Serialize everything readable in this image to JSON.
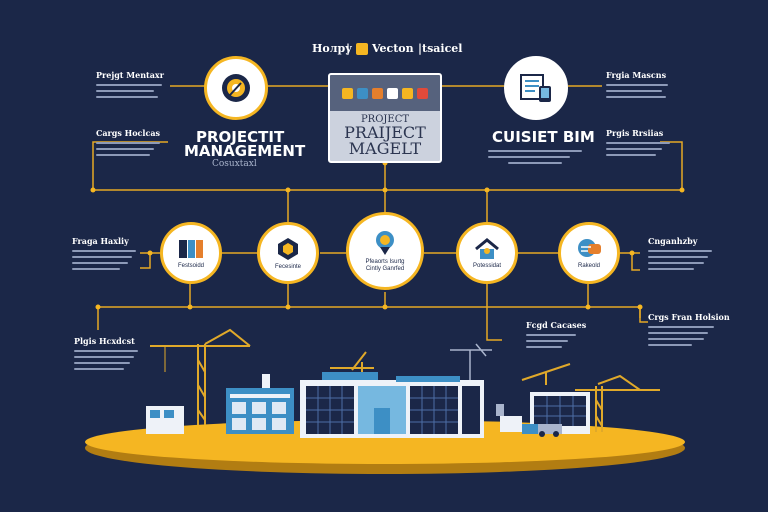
{
  "header": {
    "brand_left": "Hoлру",
    "brand_mid": "Vecton",
    "brand_right": "|tsaicel",
    "separator": "|"
  },
  "labels": {
    "top_left_1": "Prejgt Mentaxr",
    "top_left_2": "Cargs Hoclcas",
    "top_right_1": "Frgia Mascns",
    "top_right_2": "Prgis Rrsiias",
    "mid_left": "Fraga Haxliy",
    "mid_right": "Cnganhzby",
    "bottom_left": "Plgis Hcxdcst",
    "bottom_mid": "Fcgd Cacases",
    "bottom_right": "Crgs Fran Holsion"
  },
  "titles": {
    "left_main_1": "PROJECTIT",
    "left_main_2": "MANAGEMENT",
    "left_sub": "Cosuxtaxl",
    "center_1": "PROJECT",
    "center_2": "PRAIJECT",
    "center_3": "MAGELT",
    "right_main": "CUISIET BIM"
  },
  "nodes": {
    "n1": "Festsoidd",
    "n2": "Fecesinte",
    "n3_1": "Pfeaorts Isurtg",
    "n3_2": "Cintly Ganrfed",
    "n4": "Potessidat",
    "n5": "Rakeold"
  },
  "icons": {
    "top_left": "gear-pencil-icon",
    "top_right": "document-tablet-icon",
    "n1": "bim-model-icon",
    "n2": "hexagon-badge-icon",
    "n3": "location-pin-icon",
    "n4": "house-person-icon",
    "n5": "chat-bubbles-icon"
  },
  "colors": {
    "background": "#1b2748",
    "accent": "#f5b622",
    "building": "#3d8fc5",
    "panel": "#ccd2de"
  }
}
